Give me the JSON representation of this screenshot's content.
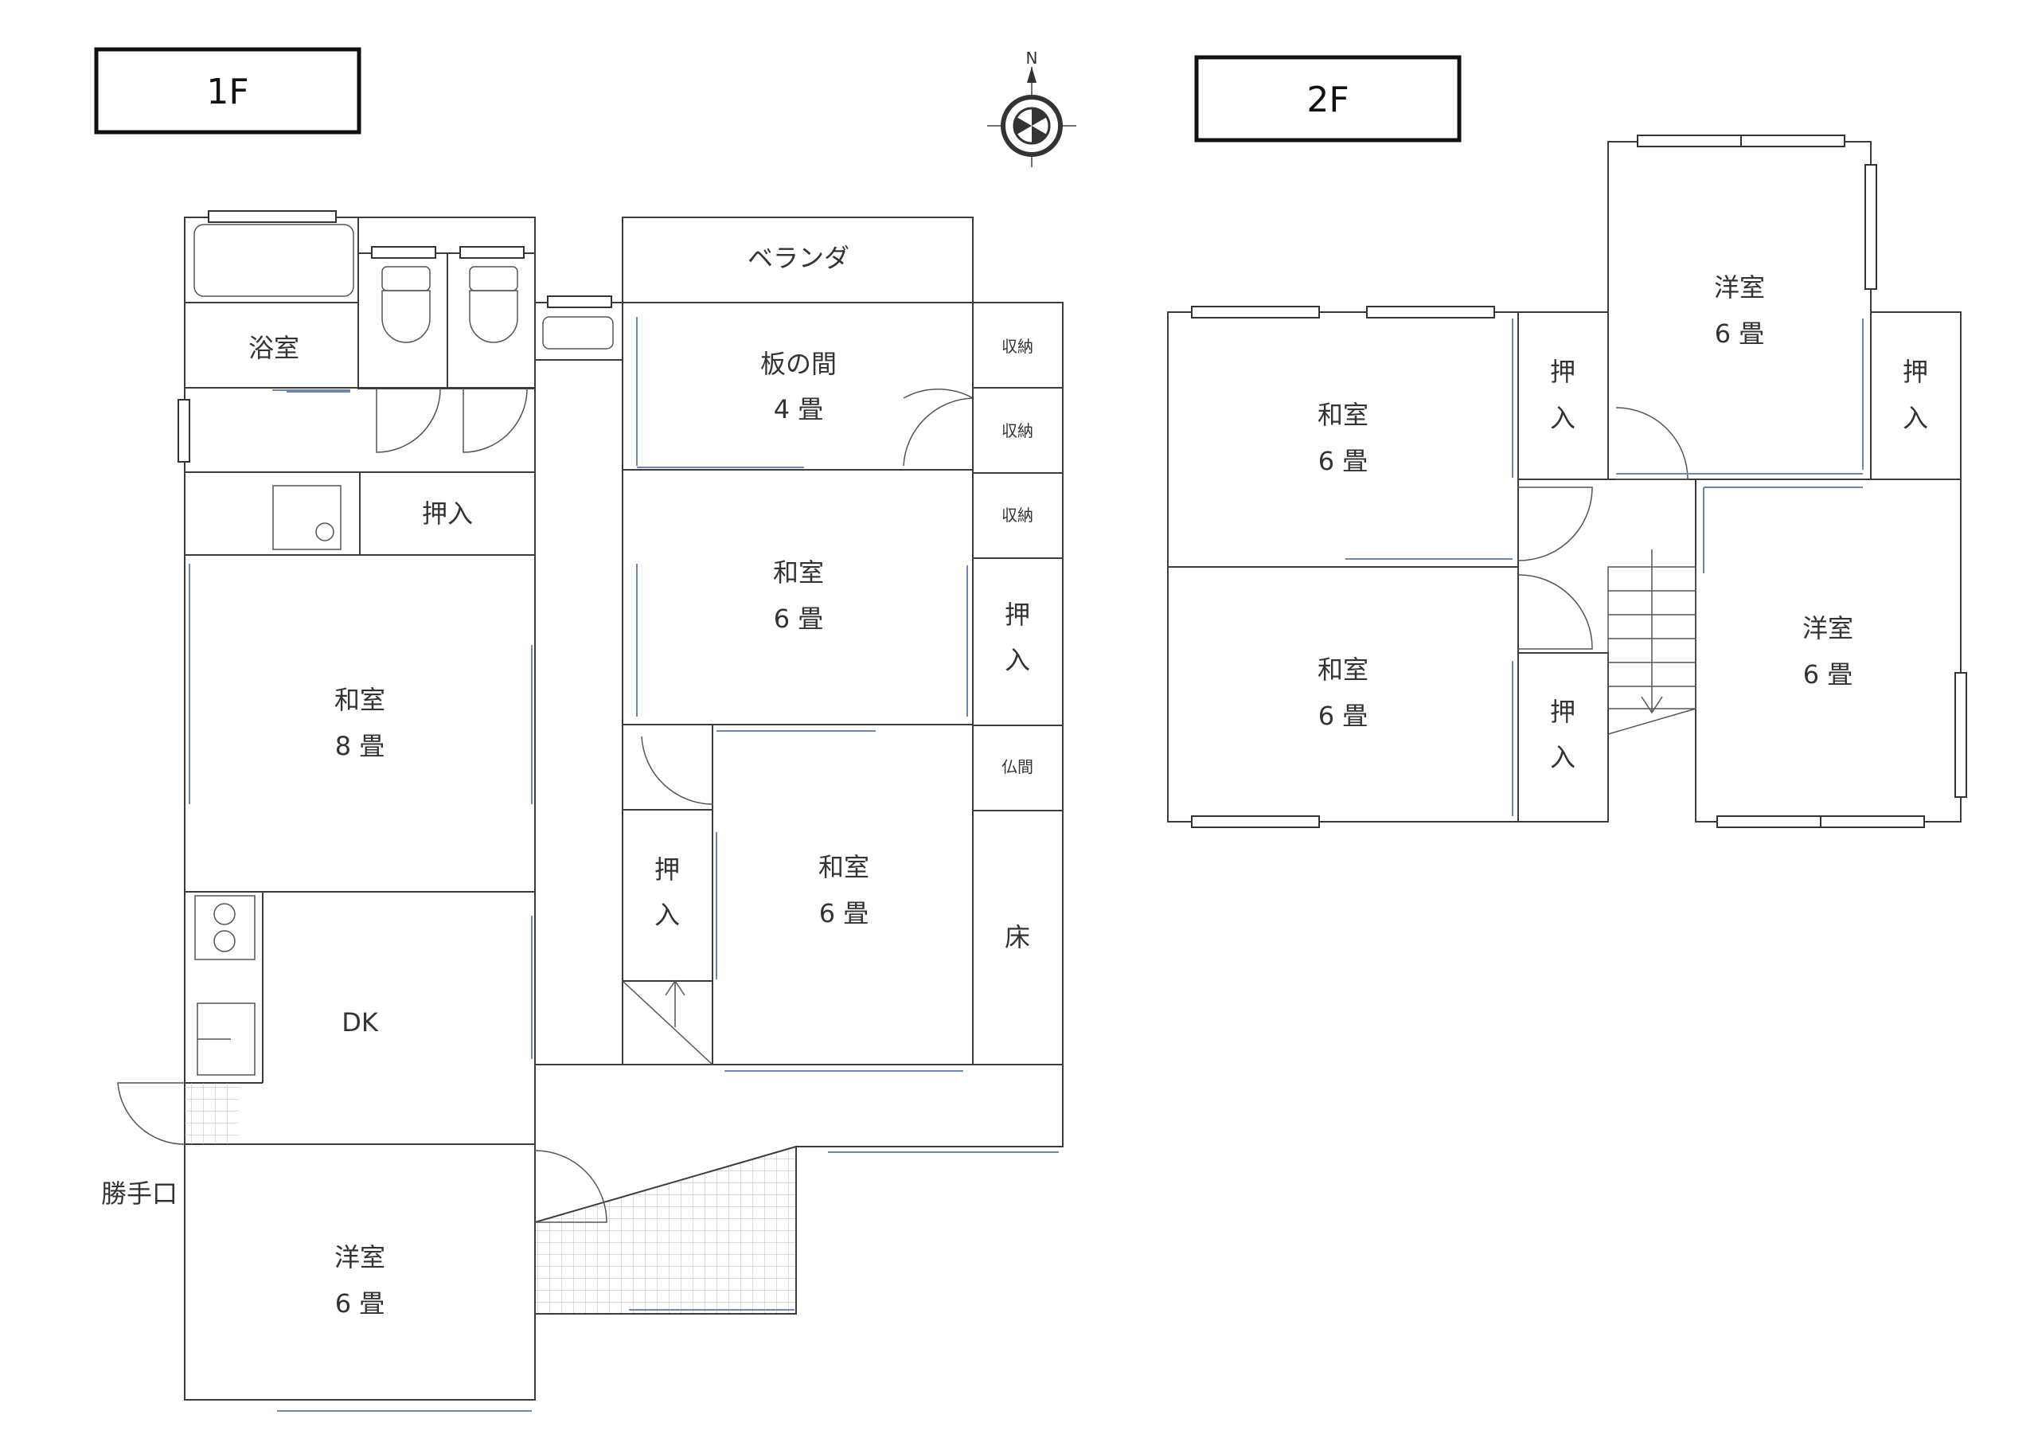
{
  "floors": {
    "first": "1F",
    "second": "2F"
  },
  "compass": {
    "north": "N"
  },
  "rooms_1f": {
    "bath": "浴室",
    "closet_a": "押入",
    "veranda": "ベランダ",
    "itanoma_name": "板の間",
    "itanoma_size": "4 畳",
    "storage1": "収納",
    "storage2": "収納",
    "storage3": "収納",
    "washitsu_c_name": "和室",
    "washitsu_c_size": "6 畳",
    "oshiire_c1": "押",
    "oshiire_c2": "入",
    "washitsu_8_name": "和室",
    "washitsu_8_size": "8 畳",
    "butsuma": "仏間",
    "washitsu_s_name": "和室",
    "washitsu_s_size": "6 畳",
    "oshiire_s1": "押",
    "oshiire_s2": "入",
    "toko": "床",
    "dk": "DK",
    "kattekuchi": "勝手口",
    "youshitsu_name": "洋室",
    "youshitsu_size": "6 畳"
  },
  "rooms_2f": {
    "washitsu_a_name": "和室",
    "washitsu_a_size": "6 畳",
    "oshiire_a1": "押",
    "oshiire_a2": "入",
    "youshitsu_top_name": "洋室",
    "youshitsu_top_size": "6 畳",
    "oshiire_b1": "押",
    "oshiire_b2": "入",
    "washitsu_b_name": "和室",
    "washitsu_b_size": "6 畳",
    "oshiire_c1": "押",
    "oshiire_c2": "入",
    "youshitsu_right_name": "洋室",
    "youshitsu_right_size": "6 畳"
  }
}
